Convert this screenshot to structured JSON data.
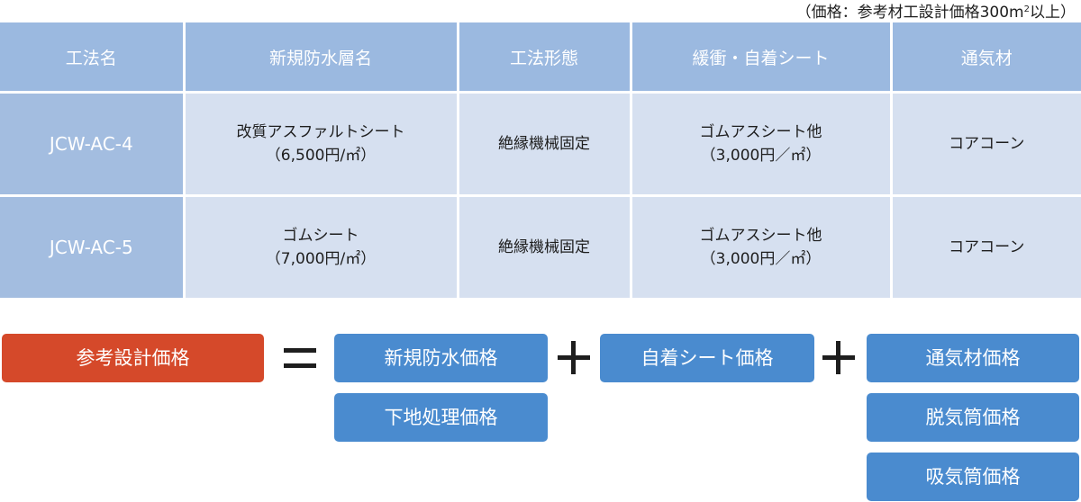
{
  "note": {
    "prefix": "（価格：参考材工設計価格300m",
    "sup": "2",
    "suffix": "以上）"
  },
  "table": {
    "headers": [
      "工法名",
      "新規防水層名",
      "工法形態",
      "緩衝・自着シート",
      "通気材"
    ],
    "rows": [
      {
        "method": "JCW-AC-4",
        "layer": "改質アスファルトシート",
        "layer_price": "（6,500円/㎡）",
        "form": "絶縁機械固定",
        "sheet": "ゴムアスシート他",
        "sheet_price": "（3,000円／㎡）",
        "vent": "コアコーン"
      },
      {
        "method": "JCW-AC-5",
        "layer": "ゴムシート",
        "layer_price": "（7,000円/㎡）",
        "form": "絶縁機械固定",
        "sheet": "ゴムアスシート他",
        "sheet_price": "（3,000円／㎡）",
        "vent": "コアコーン"
      }
    ]
  },
  "formula": {
    "total": "参考設計価格",
    "waterproof": "新規防水価格",
    "base": "下地処理価格",
    "sheet": "自着シート価格",
    "vent": "通気材価格",
    "degas": "脱気筒価格",
    "intake": "吸気筒価格"
  },
  "colors": {
    "header_bg": "#9bb9e0",
    "method_bg": "#a3bde0",
    "cell_bg": "#d6e0f0",
    "total_box": "#d5492a",
    "component_box": "#4a8bcf"
  }
}
